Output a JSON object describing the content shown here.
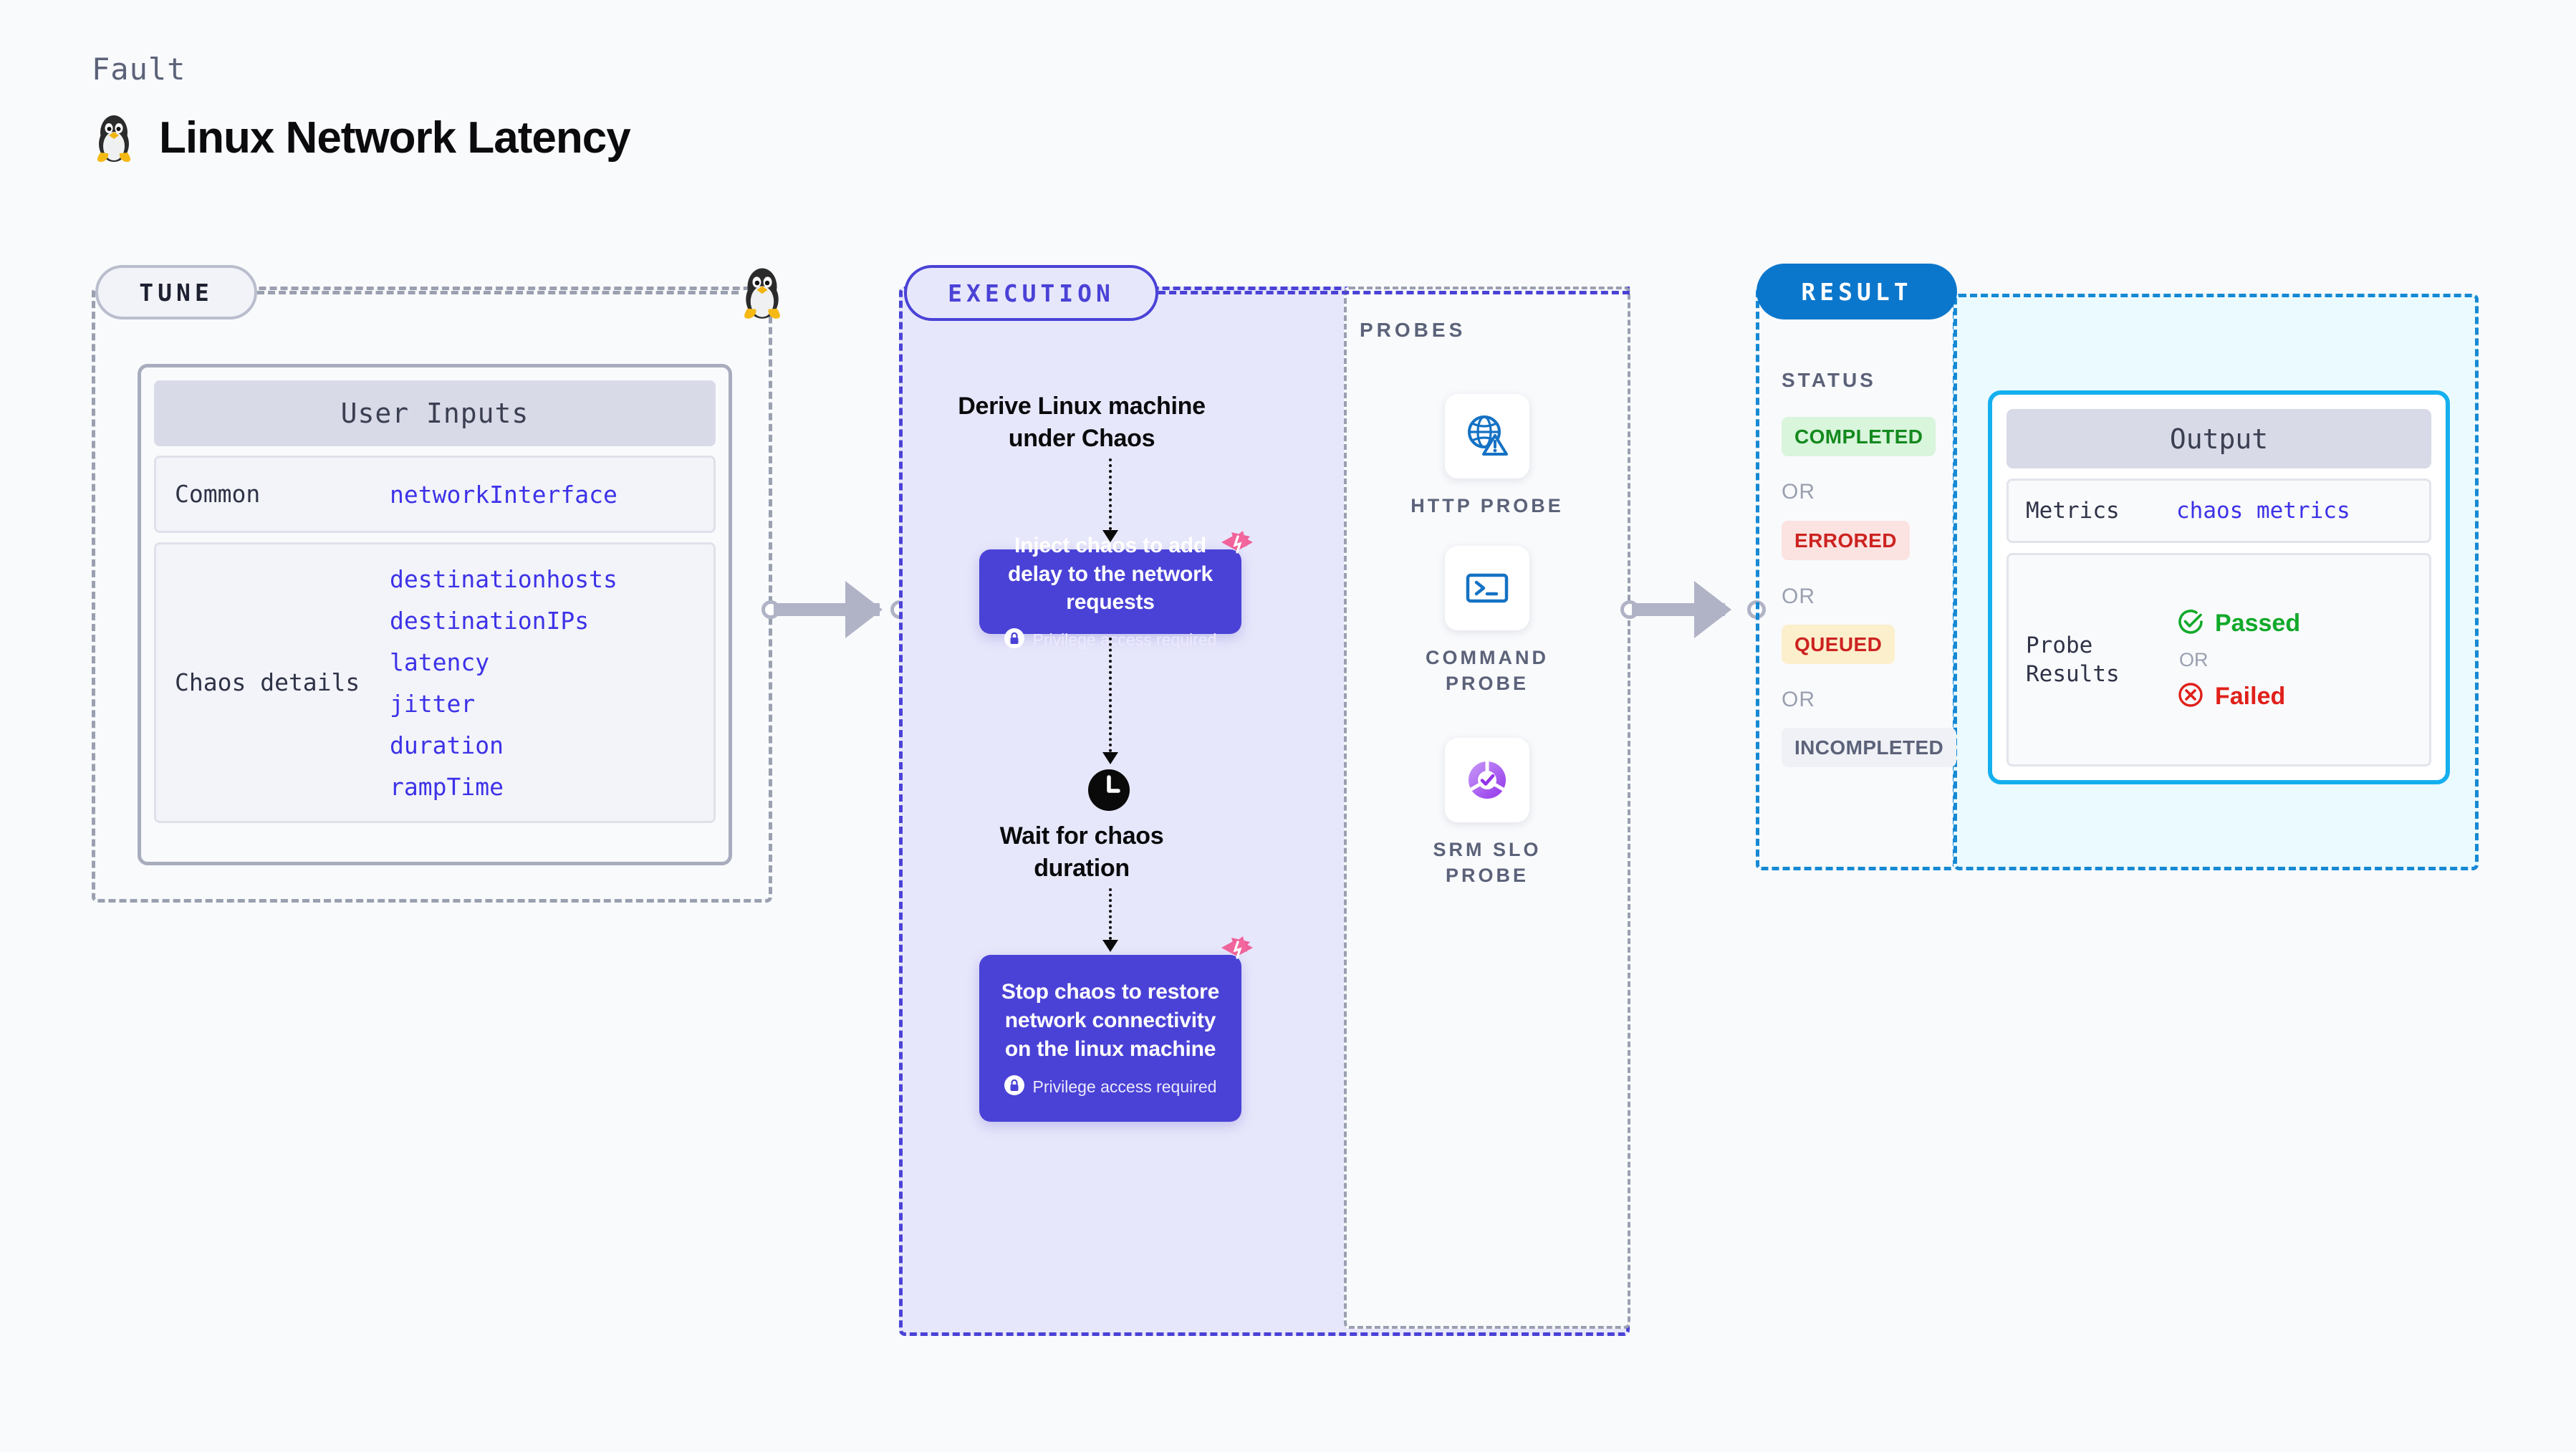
{
  "header": {
    "kicker": "Fault",
    "title": "Linux Network Latency",
    "icon": "linux-tux-icon"
  },
  "tune": {
    "pill_label": "TUNE",
    "badge_icon": "linux-tux-icon",
    "card_header": "User Inputs",
    "rows": [
      {
        "label": "Common",
        "values": [
          "networkInterface"
        ]
      },
      {
        "label": "Chaos details",
        "values": [
          "destinationhosts",
          "destinationIPs",
          "latency",
          "jitter",
          "duration",
          "rampTime"
        ]
      }
    ]
  },
  "execution": {
    "pill_label": "EXECUTION",
    "steps": [
      {
        "type": "title",
        "text": "Derive Linux machine under Chaos"
      },
      {
        "type": "card",
        "text": "Inject chaos to add delay to the network requests",
        "note": "Privilege access required",
        "note_icon": "lock-icon",
        "badge_icon": "harness-logo-icon"
      },
      {
        "type": "wait",
        "icon": "clock-icon",
        "text": "Wait for chaos duration"
      },
      {
        "type": "card",
        "text": "Stop chaos to restore network connectivity on the linux machine",
        "note": "Privilege access required",
        "note_icon": "lock-icon",
        "badge_icon": "harness-logo-icon"
      }
    ]
  },
  "probes": {
    "label": "PROBES",
    "items": [
      {
        "label": "HTTP PROBE",
        "icon": "globe-warning-icon"
      },
      {
        "label": "COMMAND\nPROBE",
        "icon": "terminal-icon"
      },
      {
        "label": "SRM SLO\nPROBE",
        "icon": "srm-slo-icon"
      }
    ]
  },
  "result": {
    "pill_label": "RESULT",
    "status_label": "STATUS",
    "or_label": "OR",
    "statuses": [
      {
        "label": "COMPLETED",
        "bg": "#d9f5dc",
        "fg": "#14891e"
      },
      {
        "label": "ERRORED",
        "bg": "#fbe3e2",
        "fg": "#cc2320"
      },
      {
        "label": "QUEUED",
        "bg": "#fcefcc",
        "fg": "#cc2320"
      },
      {
        "label": "INCOMPLETED",
        "bg": "#f0f1f6",
        "fg": "#5b6279"
      }
    ]
  },
  "output": {
    "card_header": "Output",
    "metrics_label": "Metrics",
    "metrics_value": "chaos metrics",
    "probe_results_label": "Probe Results",
    "or_label": "OR",
    "passed_label": "Passed",
    "failed_label": "Failed",
    "passed_icon": "check-circle-icon",
    "failed_icon": "x-circle-icon"
  },
  "colors": {
    "page_bg": "#f9fafc",
    "purple": "#4a42d6",
    "purple_bg": "#e7e7fb",
    "blue": "#0b77cc",
    "cyan": "#14b0ee",
    "cyan_bg": "#ebfaff",
    "grey_dash": "#9aa0b0",
    "mono_value": "#3d32e8",
    "pink": "#f0629a"
  }
}
